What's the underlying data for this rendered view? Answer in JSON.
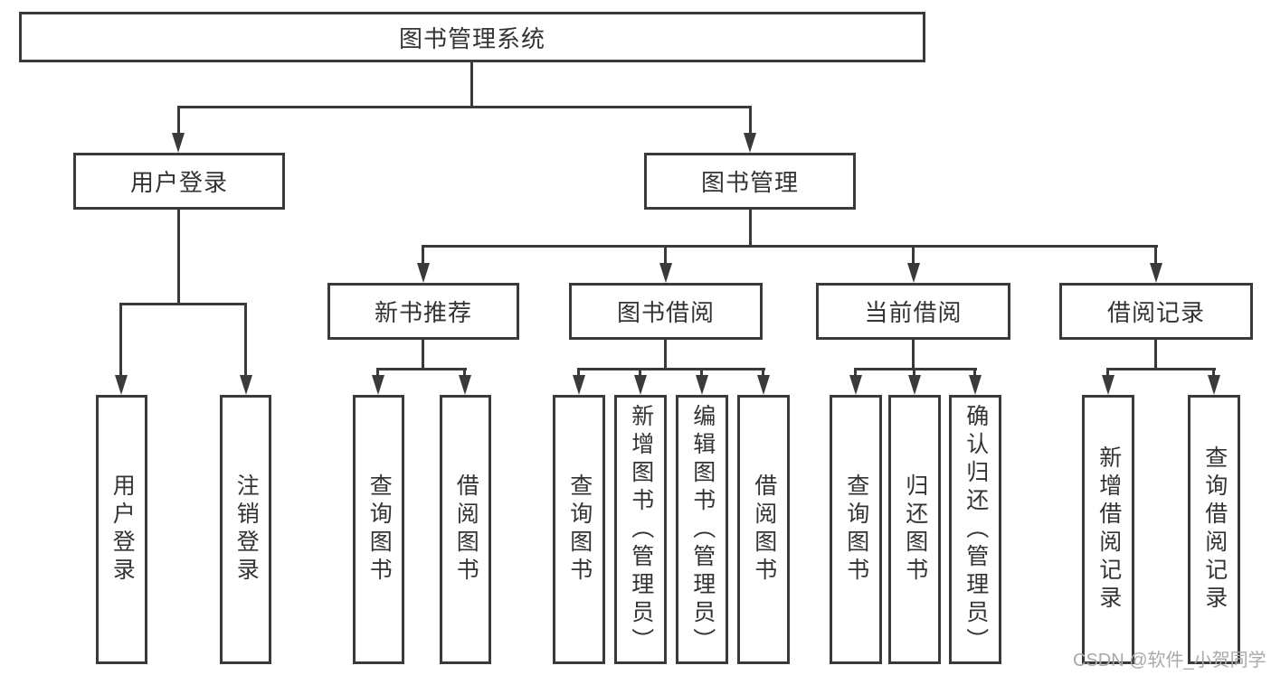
{
  "tree": {
    "root": {
      "label": "图书管理系统"
    },
    "login": {
      "label": "用户登录",
      "leaves": [
        {
          "label": "用户登录"
        },
        {
          "label": "注销登录"
        }
      ]
    },
    "management": {
      "label": "图书管理",
      "children": [
        {
          "label": "新书推荐",
          "leaves": [
            {
              "label": "查询图书"
            },
            {
              "label": "借阅图书"
            }
          ]
        },
        {
          "label": "图书借阅",
          "leaves": [
            {
              "label": "查询图书"
            },
            {
              "label": "新增图书（管理员）"
            },
            {
              "label": "编辑图书（管理员）"
            },
            {
              "label": "借阅图书"
            }
          ]
        },
        {
          "label": "当前借阅",
          "leaves": [
            {
              "label": "查询图书"
            },
            {
              "label": "归还图书"
            },
            {
              "label": "确认归还（管理员）"
            }
          ]
        },
        {
          "label": "借阅记录",
          "leaves": [
            {
              "label": "新增借阅记录"
            },
            {
              "label": "查询借阅记录"
            }
          ]
        }
      ]
    }
  },
  "watermark": {
    "text": "CSDN @软件_小贺同学",
    "color": "#a9a9a9"
  },
  "colors": {
    "line": "#3a3a3a",
    "text": "#333333",
    "background": "#ffffff"
  }
}
